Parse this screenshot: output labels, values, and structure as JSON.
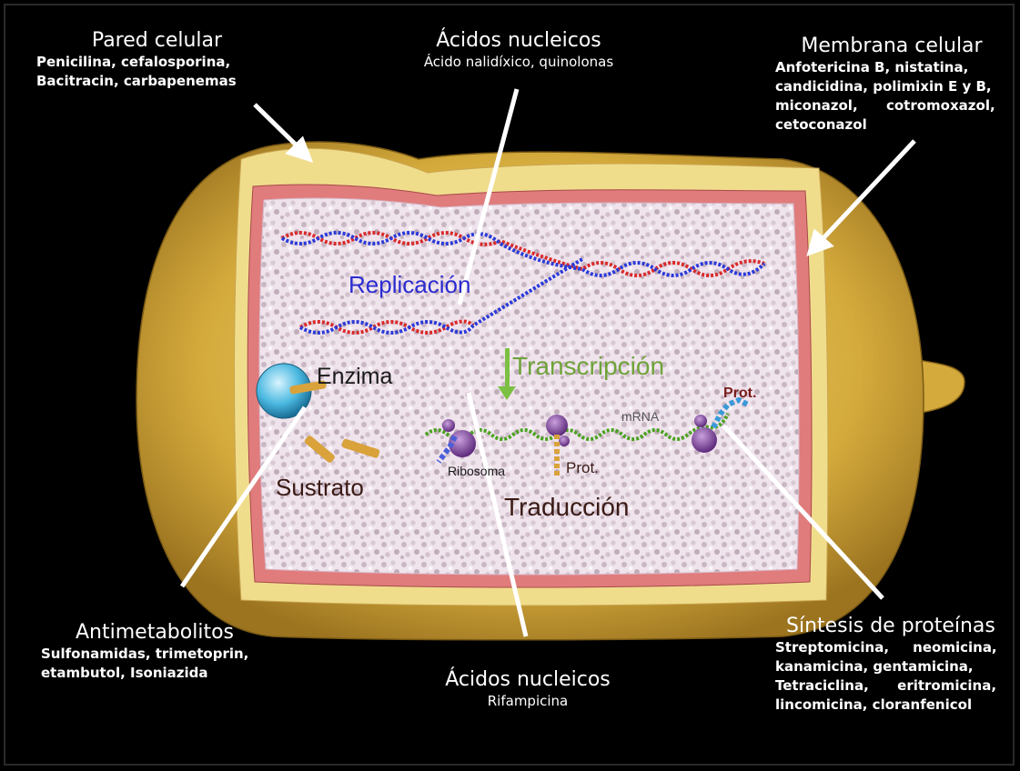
{
  "callouts": {
    "pared_celular": {
      "title": "Pared celular",
      "drugs": [
        "Penicilina, cefalosporina,",
        "Bacitracin, carbapenemas"
      ]
    },
    "acidos_nucleicos_top": {
      "title": "Ácidos nucleicos",
      "drugs": [
        "Ácido nalidíxico, quinolonas"
      ]
    },
    "membrana_celular": {
      "title": "Membrana celular",
      "drugs": [
        "Anfotericina B,  nistatina,",
        "candicidina, polimixin E y B,",
        "miconazol,      cotromoxazol,",
        "cetoconazol"
      ]
    },
    "antimetabolitos": {
      "title": "Antimetabolitos",
      "drugs": [
        "Sulfonamidas, trimetoprin,",
        "etambutol, Isoniazida"
      ]
    },
    "acidos_nucleicos_bottom": {
      "title": "Ácidos nucleicos",
      "drugs": [
        "Rifampicina"
      ]
    },
    "sintesis_proteinas": {
      "title": "Síntesis de proteínas",
      "drugs": [
        "Streptomicina,     neomicina,",
        "kanamicina, gentamicina,",
        "Tetraciclina,      eritromicina,",
        "lincomicina, cloranfenicol"
      ]
    }
  },
  "cell_labels": {
    "replicacion": "Replicación",
    "transcripcion": "Transcripción",
    "enzima": "Enzima",
    "sustrato": "Sustrato",
    "ribosoma": "Ribosoma",
    "prot_center": "Prot.",
    "prot_right": "Prot.",
    "mrna": "mRNA",
    "traduccion": "Traducción"
  },
  "colors": {
    "background": "#000000",
    "outer_wall": "#d4aa3c",
    "wall_inner": "#f0dd8c",
    "membrane": "#e07c7c",
    "cytoplasm": "#efe3ec",
    "dna_red": "#d92a2a",
    "dna_blue": "#2a3ad9",
    "replicacion_text": "#2b2bd0",
    "transcripcion_text": "#6fa33a",
    "dark_label": "#3a1a14",
    "mrna_green": "#4aa320",
    "ribosome": "#8e4aa8",
    "enzyme": "#4ab8e0",
    "substrate": "#d9a23a",
    "arrow": "#ffffff"
  }
}
